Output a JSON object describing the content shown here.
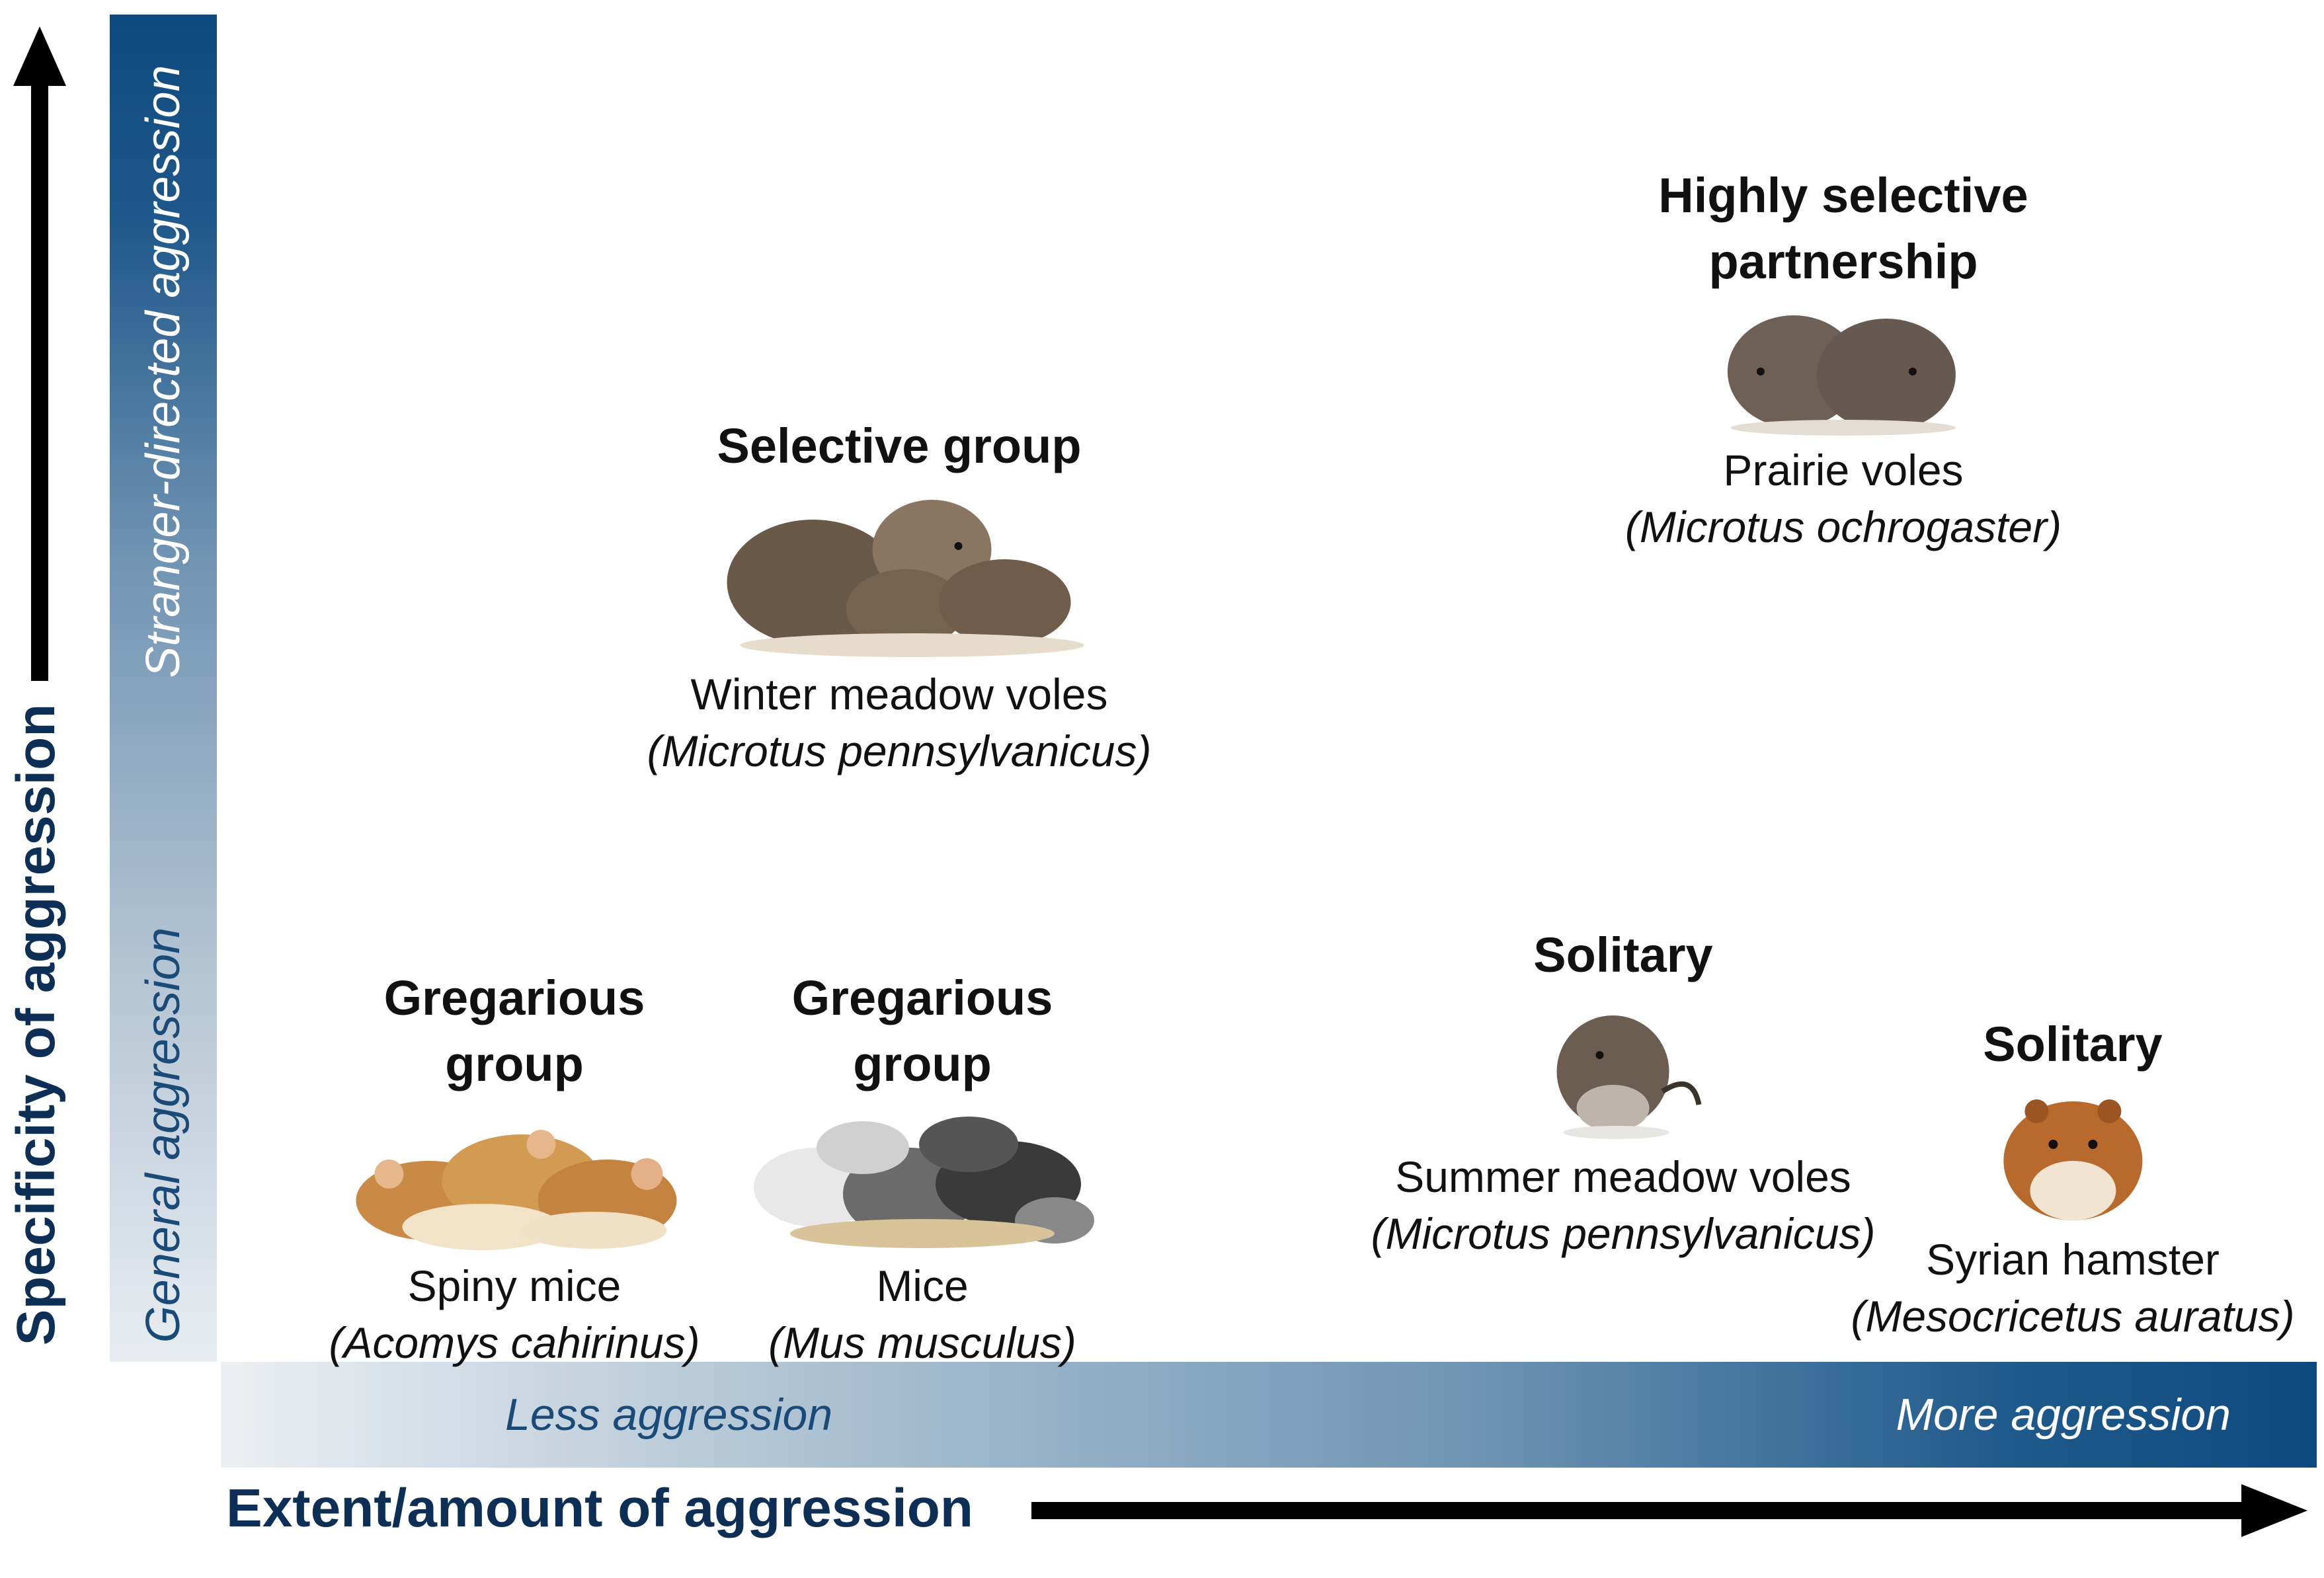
{
  "axes": {
    "y_title": "Specificity of aggression",
    "x_title": "Extent/amount of aggression",
    "y_bar_top": "Stranger-directed aggression",
    "y_bar_bottom": "General aggression",
    "x_bar_left": "Less aggression",
    "x_bar_right": "More aggression"
  },
  "groups": [
    {
      "id": "spiny",
      "title_line1": "Gregarious",
      "title_line2": "group",
      "common": "Spiny mice",
      "latin": "(Acomys cahirinus)",
      "icon": "spiny-mice-group-icon"
    },
    {
      "id": "mice",
      "title_line1": "Gregarious",
      "title_line2": "group",
      "common": "Mice",
      "latin": "(Mus musculus)",
      "icon": "mice-group-icon"
    },
    {
      "id": "winter",
      "title_line1": "Selective group",
      "common": "Winter meadow voles",
      "latin": "(Microtus pennsylvanicus)",
      "icon": "meadow-voles-group-icon"
    },
    {
      "id": "prairie",
      "title_line1": "Highly selective",
      "title_line2": "partnership",
      "common": "Prairie voles",
      "latin": "(Microtus ochrogaster)",
      "icon": "prairie-vole-pair-icon"
    },
    {
      "id": "summer",
      "title_line1": "Solitary",
      "common": "Summer meadow voles",
      "latin": "(Microtus pennsylvanicus)",
      "icon": "meadow-vole-icon"
    },
    {
      "id": "hamster",
      "title_line1": "Solitary",
      "common": "Syrian hamster",
      "latin": "(Mesocricetus auratus)",
      "icon": "syrian-hamster-icon"
    }
  ]
}
